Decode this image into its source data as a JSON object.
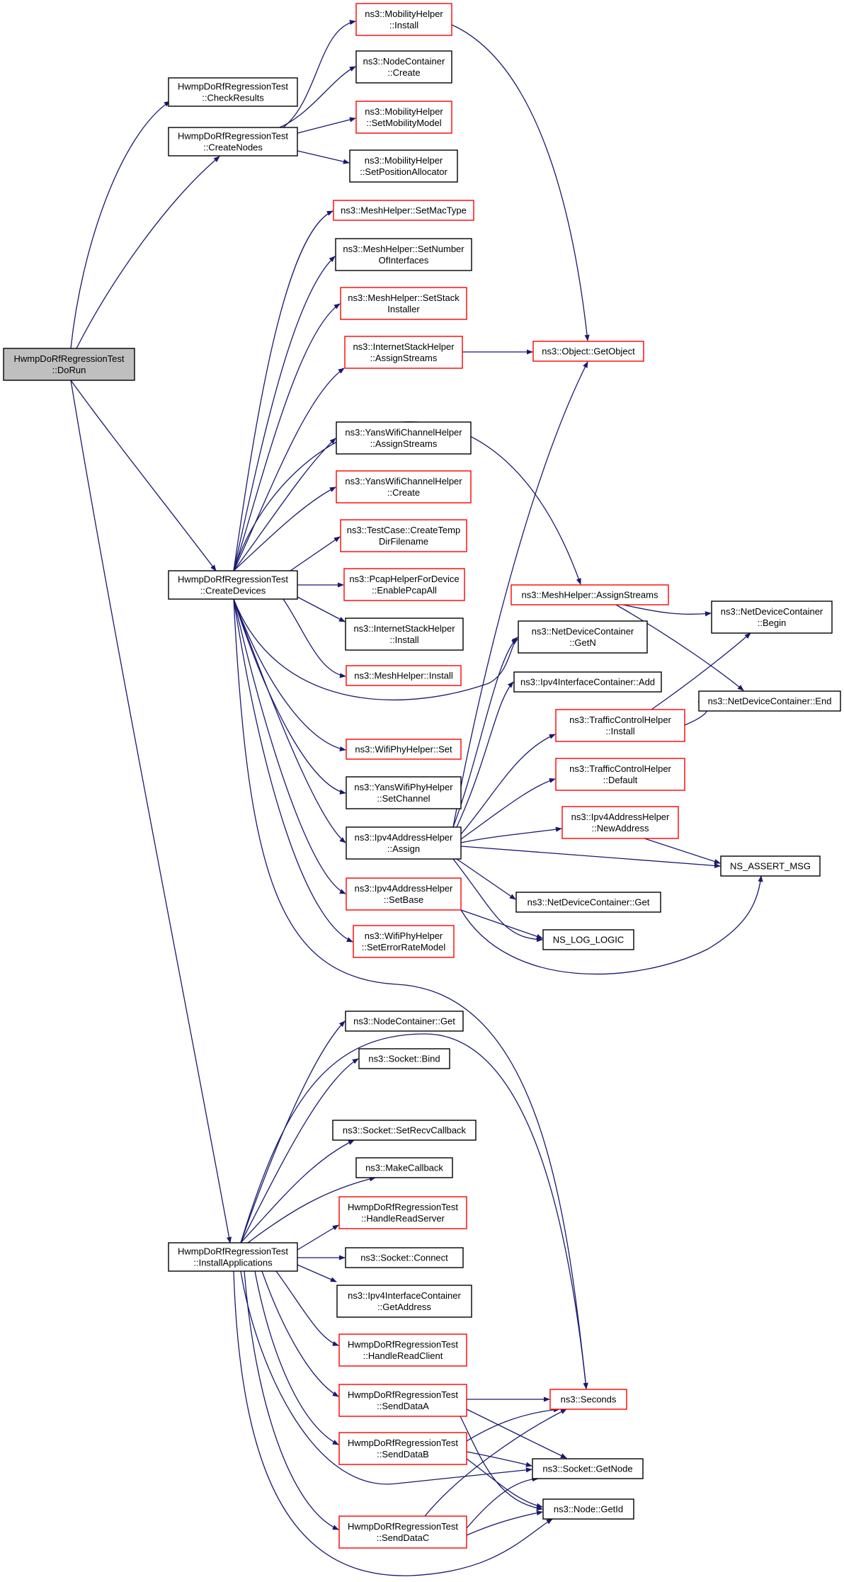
{
  "colors": {
    "edge": "#191970",
    "red_border": "#ff0000",
    "black_border": "#000000",
    "root_fill": "#bfbfbf"
  },
  "nodes": [
    {
      "id": "dorun",
      "lines": [
        "HwmpDoRfRegressionTest",
        "::DoRun"
      ],
      "border": "black",
      "root": true
    },
    {
      "id": "checkresults",
      "lines": [
        "HwmpDoRfRegressionTest",
        "::CheckResults"
      ],
      "border": "black"
    },
    {
      "id": "createnodes",
      "lines": [
        "HwmpDoRfRegressionTest",
        "::CreateNodes"
      ],
      "border": "black"
    },
    {
      "id": "createdevices",
      "lines": [
        "HwmpDoRfRegressionTest",
        "::CreateDevices"
      ],
      "border": "black"
    },
    {
      "id": "installapps",
      "lines": [
        "HwmpDoRfRegressionTest",
        "::InstallApplications"
      ],
      "border": "black"
    },
    {
      "id": "mob_install",
      "lines": [
        "ns3::MobilityHelper",
        "::Install"
      ],
      "border": "red"
    },
    {
      "id": "nc_create",
      "lines": [
        "ns3::NodeContainer",
        "::Create"
      ],
      "border": "black"
    },
    {
      "id": "mob_setmodel",
      "lines": [
        "ns3::MobilityHelper",
        "::SetMobilityModel"
      ],
      "border": "red"
    },
    {
      "id": "mob_setpos",
      "lines": [
        "ns3::MobilityHelper",
        "::SetPositionAllocator"
      ],
      "border": "black"
    },
    {
      "id": "mesh_setmac",
      "lines": [
        "ns3::MeshHelper::SetMacType"
      ],
      "border": "red"
    },
    {
      "id": "mesh_setnum",
      "lines": [
        "ns3::MeshHelper::SetNumber",
        "OfInterfaces"
      ],
      "border": "black"
    },
    {
      "id": "mesh_setstack",
      "lines": [
        "ns3::MeshHelper::SetStack",
        "Installer"
      ],
      "border": "red"
    },
    {
      "id": "inet_assign",
      "lines": [
        "ns3::InternetStackHelper",
        "::AssignStreams"
      ],
      "border": "red"
    },
    {
      "id": "getobject",
      "lines": [
        "ns3::Object::GetObject"
      ],
      "border": "red"
    },
    {
      "id": "yanschan_assign",
      "lines": [
        "ns3::YansWifiChannelHelper",
        "::AssignStreams"
      ],
      "border": "black"
    },
    {
      "id": "yanschan_create",
      "lines": [
        "ns3::YansWifiChannelHelper",
        "::Create"
      ],
      "border": "red"
    },
    {
      "id": "testcase_tmp",
      "lines": [
        "ns3::TestCase::CreateTemp",
        "DirFilename"
      ],
      "border": "red"
    },
    {
      "id": "pcap_enable",
      "lines": [
        "ns3::PcapHelperForDevice",
        "::EnablePcapAll"
      ],
      "border": "red"
    },
    {
      "id": "inet_install",
      "lines": [
        "ns3::InternetStackHelper",
        "::Install"
      ],
      "border": "black"
    },
    {
      "id": "mesh_install",
      "lines": [
        "ns3::MeshHelper::Install"
      ],
      "border": "red"
    },
    {
      "id": "wifiphy_set",
      "lines": [
        "ns3::WifiPhyHelper::Set"
      ],
      "border": "red"
    },
    {
      "id": "yansphy_setchan",
      "lines": [
        "ns3::YansWifiPhyHelper",
        "::SetChannel"
      ],
      "border": "black"
    },
    {
      "id": "ipv4addr_assign",
      "lines": [
        "ns3::Ipv4AddressHelper",
        "::Assign"
      ],
      "border": "black"
    },
    {
      "id": "ipv4addr_setbase",
      "lines": [
        "ns3::Ipv4AddressHelper",
        "::SetBase"
      ],
      "border": "red"
    },
    {
      "id": "wifiphy_seterr",
      "lines": [
        "ns3::WifiPhyHelper",
        "::SetErrorRateModel"
      ],
      "border": "red"
    },
    {
      "id": "mesh_assign",
      "lines": [
        "ns3::MeshHelper::AssignStreams"
      ],
      "border": "red"
    },
    {
      "id": "ndc_getn",
      "lines": [
        "ns3::NetDeviceContainer",
        "::GetN"
      ],
      "border": "black"
    },
    {
      "id": "ipv4ic_add",
      "lines": [
        "ns3::Ipv4InterfaceContainer::Add"
      ],
      "border": "black"
    },
    {
      "id": "tc_install",
      "lines": [
        "ns3::TrafficControlHelper",
        "::Install"
      ],
      "border": "red"
    },
    {
      "id": "tc_default",
      "lines": [
        "ns3::TrafficControlHelper",
        "::Default"
      ],
      "border": "red"
    },
    {
      "id": "ipv4addr_newaddr",
      "lines": [
        "ns3::Ipv4AddressHelper",
        "::NewAddress"
      ],
      "border": "red"
    },
    {
      "id": "ndc_get",
      "lines": [
        "ns3::NetDeviceContainer::Get"
      ],
      "border": "black"
    },
    {
      "id": "ns_log_logic",
      "lines": [
        "NS_LOG_LOGIC"
      ],
      "border": "black"
    },
    {
      "id": "ndc_begin",
      "lines": [
        "ns3::NetDeviceContainer",
        "::Begin"
      ],
      "border": "black"
    },
    {
      "id": "ndc_end",
      "lines": [
        "ns3::NetDeviceContainer::End"
      ],
      "border": "black"
    },
    {
      "id": "ns_assert",
      "lines": [
        "NS_ASSERT_MSG"
      ],
      "border": "black"
    },
    {
      "id": "nc_get",
      "lines": [
        "ns3::NodeContainer::Get"
      ],
      "border": "black"
    },
    {
      "id": "sock_bind",
      "lines": [
        "ns3::Socket::Bind"
      ],
      "border": "black"
    },
    {
      "id": "sock_setrecv",
      "lines": [
        "ns3::Socket::SetRecvCallback"
      ],
      "border": "black"
    },
    {
      "id": "makecallback",
      "lines": [
        "ns3::MakeCallback"
      ],
      "border": "black"
    },
    {
      "id": "handlereadserver",
      "lines": [
        "HwmpDoRfRegressionTest",
        "::HandleReadServer"
      ],
      "border": "red"
    },
    {
      "id": "sock_connect",
      "lines": [
        "ns3::Socket::Connect"
      ],
      "border": "black"
    },
    {
      "id": "ipv4ic_getaddr",
      "lines": [
        "ns3::Ipv4InterfaceContainer",
        "::GetAddress"
      ],
      "border": "black"
    },
    {
      "id": "handlereadclient",
      "lines": [
        "HwmpDoRfRegressionTest",
        "::HandleReadClient"
      ],
      "border": "red"
    },
    {
      "id": "senddataa",
      "lines": [
        "HwmpDoRfRegressionTest",
        "::SendDataA"
      ],
      "border": "red"
    },
    {
      "id": "senddatab",
      "lines": [
        "HwmpDoRfRegressionTest",
        "::SendDataB"
      ],
      "border": "red"
    },
    {
      "id": "senddatac",
      "lines": [
        "HwmpDoRfRegressionTest",
        "::SendDataC"
      ],
      "border": "red"
    },
    {
      "id": "seconds",
      "lines": [
        "ns3::Seconds"
      ],
      "border": "red"
    },
    {
      "id": "sock_getnode",
      "lines": [
        "ns3::Socket::GetNode"
      ],
      "border": "black"
    },
    {
      "id": "node_getid",
      "lines": [
        "ns3::Node::GetId"
      ],
      "border": "black"
    }
  ]
}
